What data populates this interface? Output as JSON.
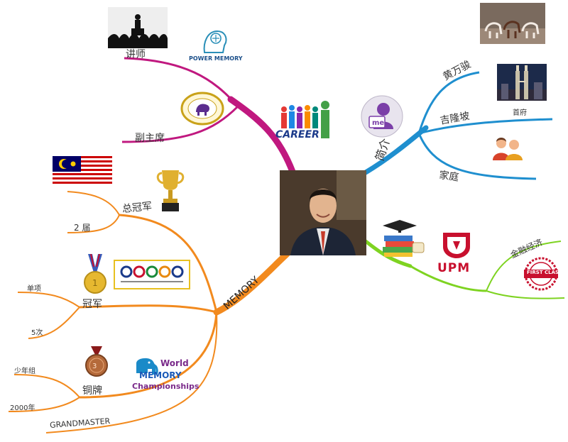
{
  "center": {
    "photo_icon": "person-photo"
  },
  "branches": {
    "career": {
      "label": "CAREER",
      "color": "#c0187f",
      "items": [
        {
          "label": "讲师",
          "logo_text": "POWER MEMORY"
        },
        {
          "label": "副主席"
        }
      ]
    },
    "intro": {
      "label": "简介",
      "color": "#1f8fcf",
      "items": [
        {
          "label": "黄万骏"
        },
        {
          "label": "吉隆坡",
          "sub": "首府"
        },
        {
          "label": "家庭"
        }
      ]
    },
    "education": {
      "color": "#7ed321",
      "logo_text": "UPM",
      "items": [
        {
          "label": "金融经济",
          "badge": "FIRST CLASS"
        }
      ]
    },
    "memory": {
      "label": "MEMORY",
      "color": "#f28a1e",
      "items": [
        {
          "label": "总冠军",
          "subs": [
            "2 届"
          ]
        },
        {
          "label": "冠军",
          "subs": [
            "单项",
            "5次"
          ]
        },
        {
          "label": "铜牌",
          "subs": [
            "少年组",
            "2000年"
          ],
          "logo_lines": [
            "World",
            "MEMORY",
            "Championships"
          ]
        },
        {
          "label": "GRANDMASTER"
        }
      ]
    }
  }
}
